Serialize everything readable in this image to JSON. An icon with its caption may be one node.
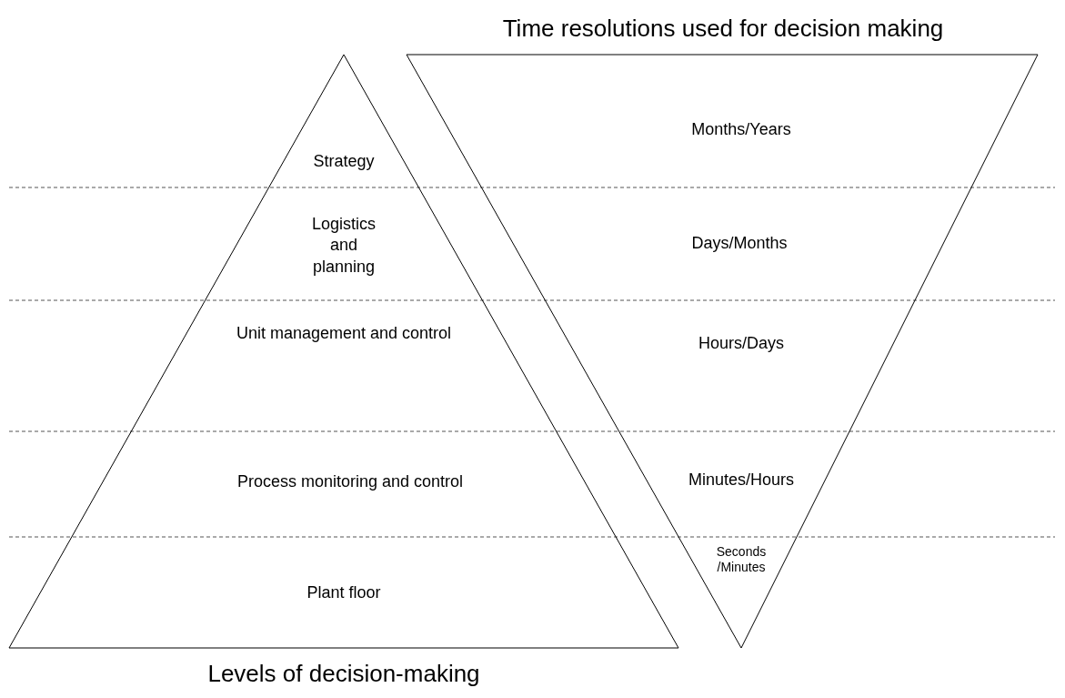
{
  "diagram": {
    "nodes": [
      {
        "text": [
          "Levels of decision-making"
        ]
      },
      {
        "text": [
          "Time resolutions used for decision making"
        ]
      }
    ],
    "edges": [],
    "labels": [
      "Months/Years",
      "Strategy",
      "Logistics and planning",
      "Days/Months",
      "Unit management and control",
      "Hours/Days",
      "Minutes/Hours",
      "Process monitoring and control",
      "Seconds /Minutes",
      "Plant floor"
    ]
  }
}
